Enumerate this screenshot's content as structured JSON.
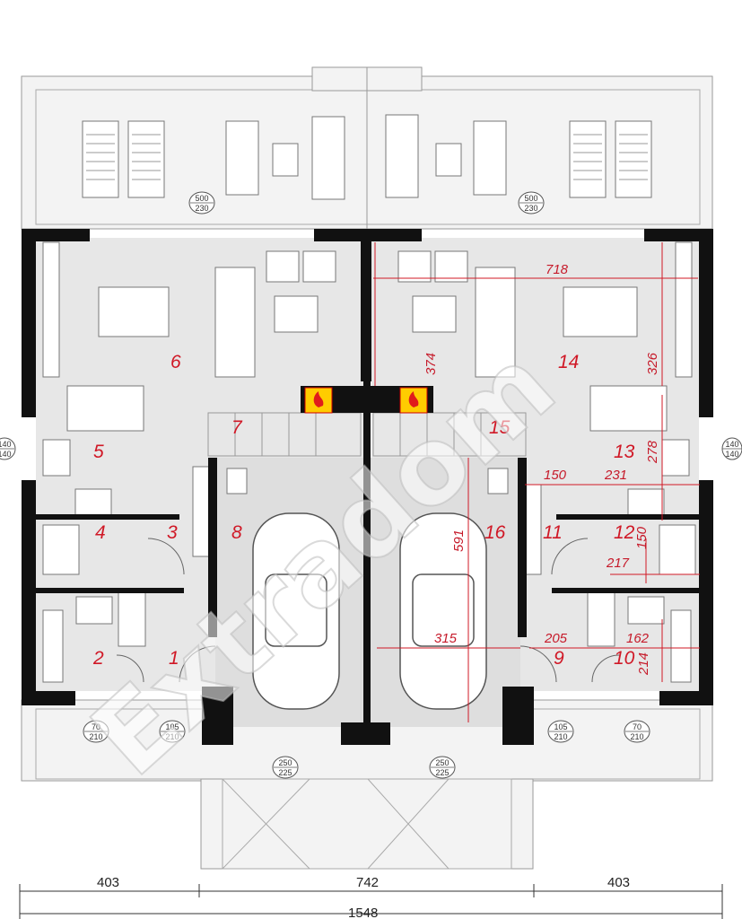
{
  "rooms": [
    {
      "num": "1"
    },
    {
      "num": "2"
    },
    {
      "num": "3"
    },
    {
      "num": "4"
    },
    {
      "num": "5"
    },
    {
      "num": "6"
    },
    {
      "num": "7"
    },
    {
      "num": "8"
    },
    {
      "num": "9"
    },
    {
      "num": "10"
    },
    {
      "num": "11"
    },
    {
      "num": "12"
    },
    {
      "num": "13"
    },
    {
      "num": "14"
    },
    {
      "num": "15"
    },
    {
      "num": "16"
    }
  ],
  "dimensions_red": [
    "718",
    "326",
    "374",
    "278",
    "150",
    "231",
    "591",
    "150",
    "217",
    "315",
    "205",
    "162",
    "214"
  ],
  "window_labels": [
    {
      "top": "500",
      "bottom": "230"
    },
    {
      "top": "500",
      "bottom": "230"
    },
    {
      "top": "140",
      "bottom": "140"
    },
    {
      "top": "140",
      "bottom": "140"
    },
    {
      "top": "70",
      "bottom": "210"
    },
    {
      "top": "105",
      "bottom": "210"
    },
    {
      "top": "105",
      "bottom": "210"
    },
    {
      "top": "70",
      "bottom": "210"
    },
    {
      "top": "250",
      "bottom": "225"
    },
    {
      "top": "250",
      "bottom": "225"
    }
  ],
  "overall_dimensions": {
    "left": "403",
    "middle": "742",
    "right": "403",
    "total": "1548"
  },
  "watermark": "Extradom",
  "colors": {
    "walls": "#111111",
    "room_fill": "#e6e6e6",
    "terrace": "#f2f2f2",
    "red_text": "#d01826",
    "fireplace": "#ffcc00"
  }
}
